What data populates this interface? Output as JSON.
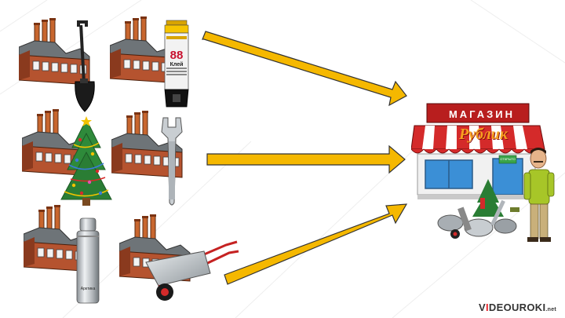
{
  "shop": {
    "title": "МАГАЗИН",
    "name": "Рублик",
    "sign_small": "ОТКРЫТО"
  },
  "products": [
    {
      "name": "shovel",
      "icon": "shovel-icon"
    },
    {
      "name": "glue",
      "icon": "glue-tube-icon",
      "label_number": "88",
      "label_word": "Клей"
    },
    {
      "name": "christmas-tree",
      "icon": "christmas-tree-icon"
    },
    {
      "name": "wrench",
      "icon": "wrench-icon"
    },
    {
      "name": "thermos",
      "icon": "thermos-icon",
      "brand": "Арктика"
    },
    {
      "name": "wheelbarrow",
      "icon": "wheelbarrow-icon"
    }
  ],
  "logo": {
    "part1": "V",
    "part2": "I",
    "part3": "DEOUROKI",
    "suffix": ".net"
  },
  "colors": {
    "arrow": "#f5b800",
    "arrow_outline": "#333333",
    "factory_brick": "#b5532f",
    "awning_red": "#d42a2a"
  }
}
